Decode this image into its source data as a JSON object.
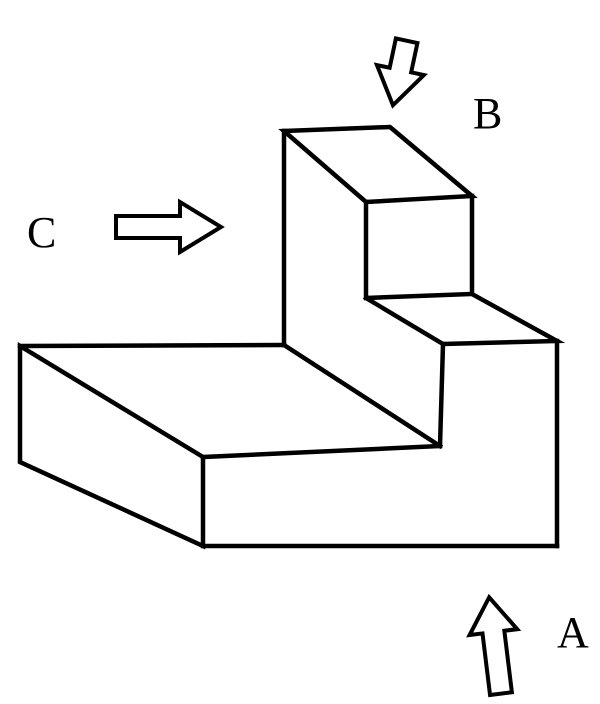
{
  "figure": {
    "kind": "pictorial-solid-with-view-arrows",
    "views": [
      {
        "label": "A",
        "direction": "up",
        "position": "bottom-right"
      },
      {
        "label": "B",
        "direction": "down",
        "position": "top-right"
      },
      {
        "label": "C",
        "direction": "right",
        "position": "middle-left"
      }
    ]
  },
  "colors": {
    "line": "#000000",
    "background": "#ffffff",
    "arrow_fill": "#ffffff"
  }
}
